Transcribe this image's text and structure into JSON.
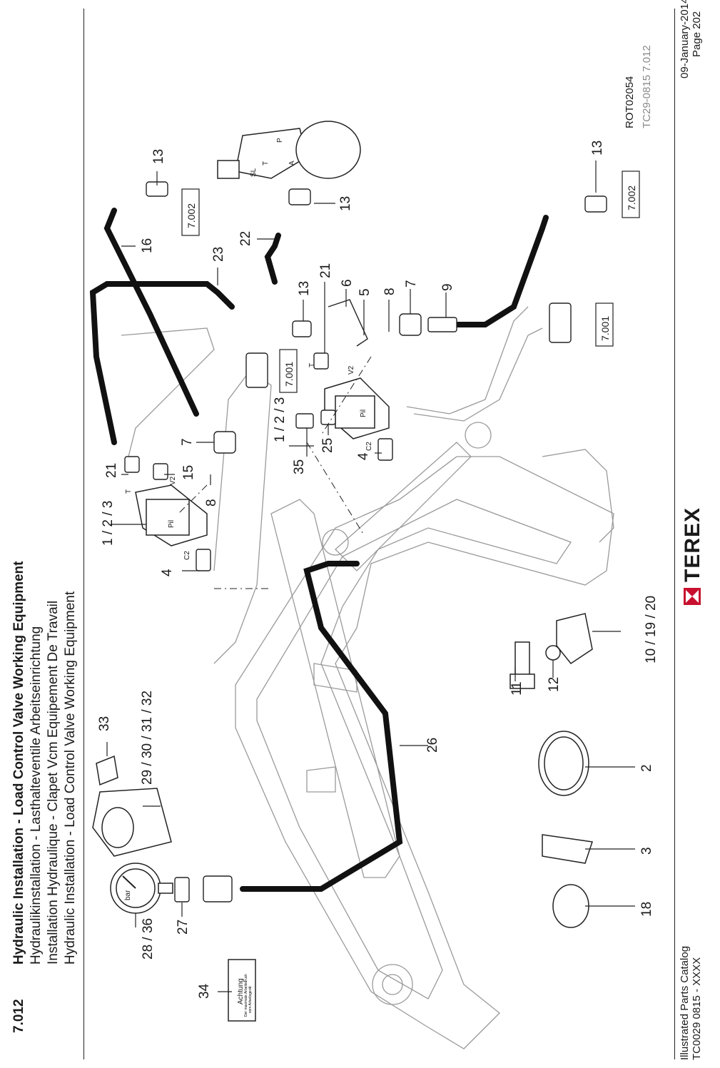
{
  "header": {
    "section_number": "7.012",
    "title_lines": [
      "Hydraulic Installation - Load Control Valve Working Equipment",
      "Hydraulikinstallation - Lasthalteventile Arbeitseinrichtung",
      "Installation Hydraulique - Clapet Vcm Equipement De Travail",
      "Hydraulic Installation - Load Control Valve Working Equipment"
    ]
  },
  "drawing": {
    "ref_code": "ROT02054",
    "ref_code_grey": "TC29-0815 7.012",
    "cross_refs": [
      "7.002",
      "7.002",
      "7.001",
      "7.001"
    ],
    "callouts": [
      "13",
      "13",
      "13",
      "16",
      "22",
      "23",
      "21",
      "6",
      "5",
      "13",
      "8",
      "7",
      "9",
      "13",
      "1 / 2 / 3",
      "35",
      "25",
      "4",
      "21",
      "15",
      "7",
      "8",
      "1 / 2 / 3",
      "4",
      "10 / 19 / 20",
      "11",
      "12",
      "26",
      "33",
      "29 / 30 / 31 / 32",
      "2",
      "3",
      "18",
      "27",
      "28 / 36",
      "34"
    ],
    "port_labels": [
      "P",
      "A",
      "T",
      "SL",
      "T",
      "V2",
      "Pil",
      "C2",
      "T",
      "V2",
      "Pil",
      "C2"
    ],
    "gauge_label": "bar",
    "sticker_lines": [
      "Achtung",
      "Der maximale Arbeitsdruck",
      "vom Arbeitsgerät"
    ]
  },
  "footer": {
    "left_lines": [
      "Illustrated Parts Catalog",
      "TC0029 0815 - XXXX"
    ],
    "brand": "TEREX",
    "right_lines": [
      "09-January-2014",
      "Page 202"
    ]
  }
}
